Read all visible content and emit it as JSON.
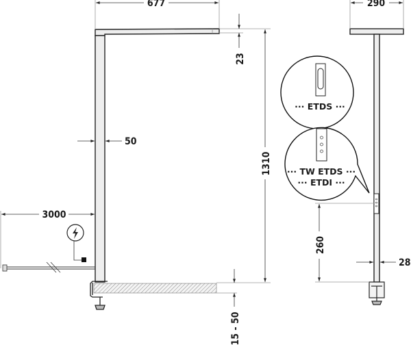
{
  "dimensions": {
    "arm_length": "677",
    "arm_thickness": "23",
    "total_height": "1310",
    "pole_width": "50",
    "cable_length": "3000",
    "desk_thickness": "15 - 50",
    "head_width": "290",
    "control_height": "260",
    "pole_depth": "28"
  },
  "callouts": {
    "switch_a": "··· ETDS ···",
    "switch_b_line1": "··· TW ETDS ···",
    "switch_b_line2": "··· ETDI ···"
  },
  "icons": [
    "power-lightning-icon"
  ]
}
